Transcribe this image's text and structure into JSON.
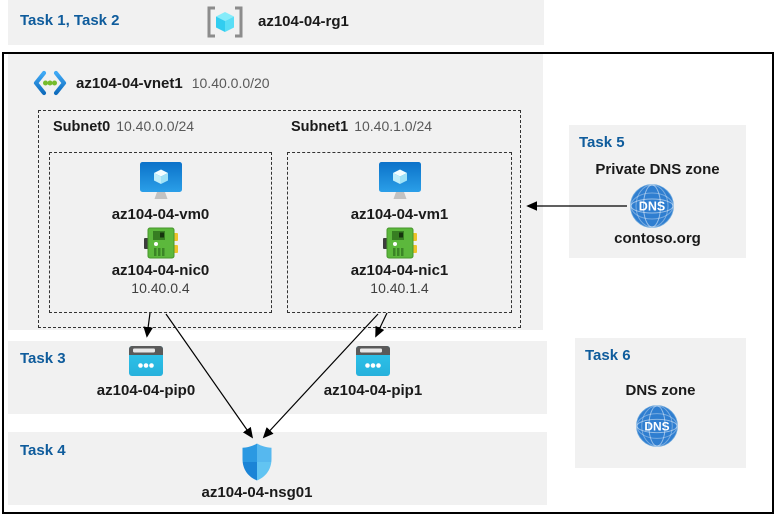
{
  "header": {
    "tasks_label": "Task 1, Task 2",
    "resource_group": "az104-04-rg1"
  },
  "vnet": {
    "name": "az104-04-vnet1",
    "cidr": "10.40.0.0/20",
    "subnets": [
      {
        "name": "Subnet0",
        "cidr": "10.40.0.0/24",
        "vm_name": "az104-04-vm0",
        "nic_name": "az104-04-nic0",
        "nic_ip": "10.40.0.4"
      },
      {
        "name": "Subnet1",
        "cidr": "10.40.1.0/24",
        "vm_name": "az104-04-vm1",
        "nic_name": "az104-04-nic1",
        "nic_ip": "10.40.1.4"
      }
    ]
  },
  "task3": {
    "label": "Task 3",
    "pip0": "az104-04-pip0",
    "pip1": "az104-04-pip1"
  },
  "task4": {
    "label": "Task 4",
    "nsg_name": "az104-04-nsg01"
  },
  "task5": {
    "label": "Task 5",
    "title": "Private DNS zone",
    "zone_name": "contoso.org",
    "dns_icon_text": "DNS"
  },
  "task6": {
    "label": "Task 6",
    "title": "DNS zone",
    "dns_icon_text": "DNS"
  },
  "colors": {
    "task_label_blue": "#0f5c9c",
    "panel_gray": "#f1f1f1",
    "arrow_black": "#000000",
    "vm_blue": "#1a8ae0",
    "nic_green": "#5cb83c",
    "pip_cyan": "#2ec6ec",
    "nsg_blue": "#2b99e2",
    "dns_blue": "#2f7ed0"
  }
}
